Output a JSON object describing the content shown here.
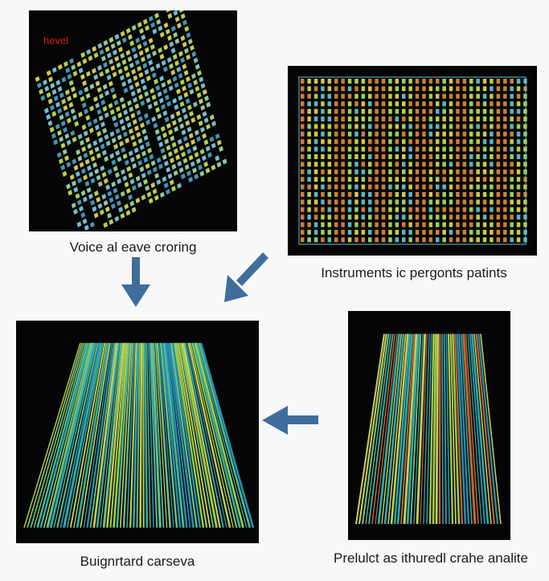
{
  "panels": {
    "top_left": {
      "label": "hevel",
      "caption": "Voice al eave croring"
    },
    "top_right": {
      "caption": "Instruments ic pergonts patints"
    },
    "bottom_left": {
      "caption": "Buignrtard carseva"
    },
    "bottom_right": {
      "caption": "Prelulct as ithuredl crahe analite"
    }
  },
  "colors": {
    "arrow": "#3f6e9e",
    "panel_bg": "#050505",
    "label_red": "#d21f1f"
  },
  "icons": {
    "arrows": [
      "arrow-down-icon",
      "arrow-down-left-icon",
      "arrow-left-icon"
    ]
  }
}
